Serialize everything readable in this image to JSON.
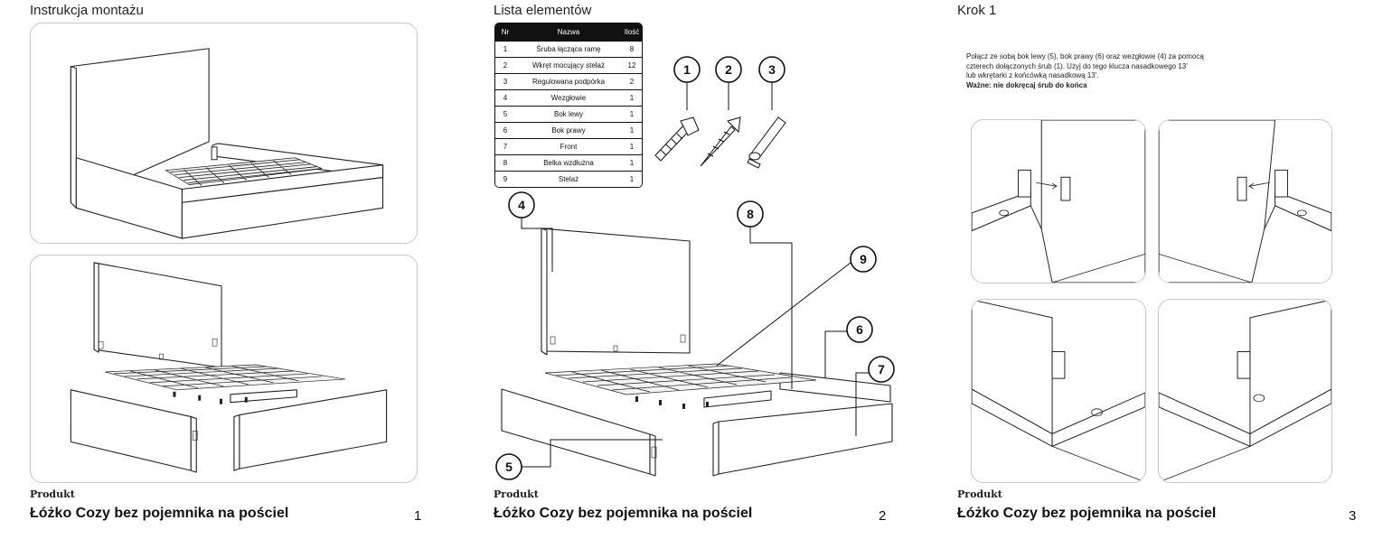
{
  "pages": [
    {
      "title": "Instrukcja montażu",
      "brand": "Produkt",
      "product": "Łóżko Cozy bez pojemnika na pościel",
      "number": "1"
    },
    {
      "title": "Lista elementów",
      "brand": "Produkt",
      "product": "Łóżko Cozy bez pojemnika na pościel",
      "number": "2"
    },
    {
      "title": "Krok 1",
      "brand": "Produkt",
      "product": "Łóżko Cozy bez pojemnika na pościel",
      "number": "3"
    }
  ],
  "parts_table": {
    "headers": {
      "nr": "Nr",
      "name": "Nazwa",
      "qty": "Ilość"
    },
    "rows": [
      {
        "nr": "1",
        "name": "Śruba łącząca ramę",
        "qty": "8"
      },
      {
        "nr": "2",
        "name": "Wkręt mocujący stelaż",
        "qty": "12"
      },
      {
        "nr": "3",
        "name": "Regulowana podpórka",
        "qty": "2"
      },
      {
        "nr": "4",
        "name": "Wezgłowie",
        "qty": "1"
      },
      {
        "nr": "5",
        "name": "Bok lewy",
        "qty": "1"
      },
      {
        "nr": "6",
        "name": "Bok prawy",
        "qty": "1"
      },
      {
        "nr": "7",
        "name": "Front",
        "qty": "1"
      },
      {
        "nr": "8",
        "name": "Belka wzdłużna",
        "qty": "1"
      },
      {
        "nr": "9",
        "name": "Stelaż",
        "qty": "1"
      }
    ]
  },
  "hardware_badges": [
    "1",
    "2",
    "3"
  ],
  "exploded_badges": [
    "4",
    "8",
    "9",
    "6",
    "7",
    "5"
  ],
  "step1": {
    "lines": [
      "Połącz ze sobą bok lewy (5), bok prawy (6) oraz wezgłowie (4) za pomocą",
      "czterech dołączonych śrub (1). Użyj do tego klucza nasadkowego 13'",
      "lub wkrętarki z końcówką nasadkową 13'."
    ],
    "important": "Ważne: nie dokręcaj śrub do końca"
  }
}
